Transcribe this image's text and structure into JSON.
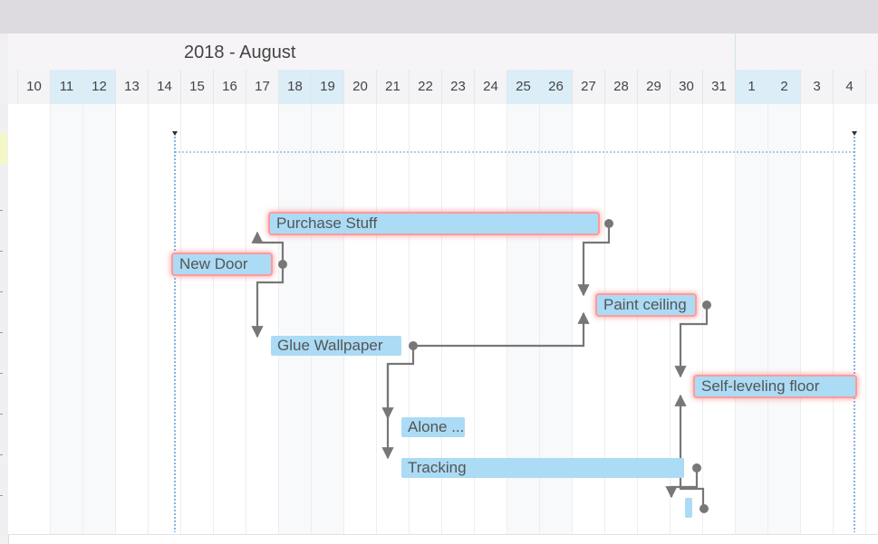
{
  "timeline": {
    "month_label": "2018 - August",
    "days": [
      "10",
      "11",
      "12",
      "13",
      "14",
      "15",
      "16",
      "17",
      "18",
      "19",
      "20",
      "21",
      "22",
      "23",
      "24",
      "25",
      "26",
      "27",
      "28",
      "29",
      "30",
      "31",
      "1",
      "2",
      "3",
      "4"
    ],
    "weekend_flags": [
      false,
      true,
      true,
      false,
      false,
      false,
      false,
      false,
      true,
      true,
      false,
      false,
      false,
      false,
      false,
      true,
      true,
      false,
      false,
      false,
      false,
      false,
      true,
      true,
      false,
      false
    ]
  },
  "tasks": {
    "purchase_stuff": "Purchase Stuff",
    "new_door": "New Door",
    "paint_ceiling": "Paint ceiling",
    "glue_wallpaper": "Glue Wallpaper",
    "self_leveling_floor": "Self-leveling floor",
    "alone": "Alone ...",
    "tracking": "Tracking"
  },
  "colors": {
    "task_fill": "#abdbf5",
    "critical_glow": "#ff9b9b",
    "weekend": "#dbeef8",
    "dependency_line": "#777777",
    "project_line": "#5b9bd5"
  }
}
